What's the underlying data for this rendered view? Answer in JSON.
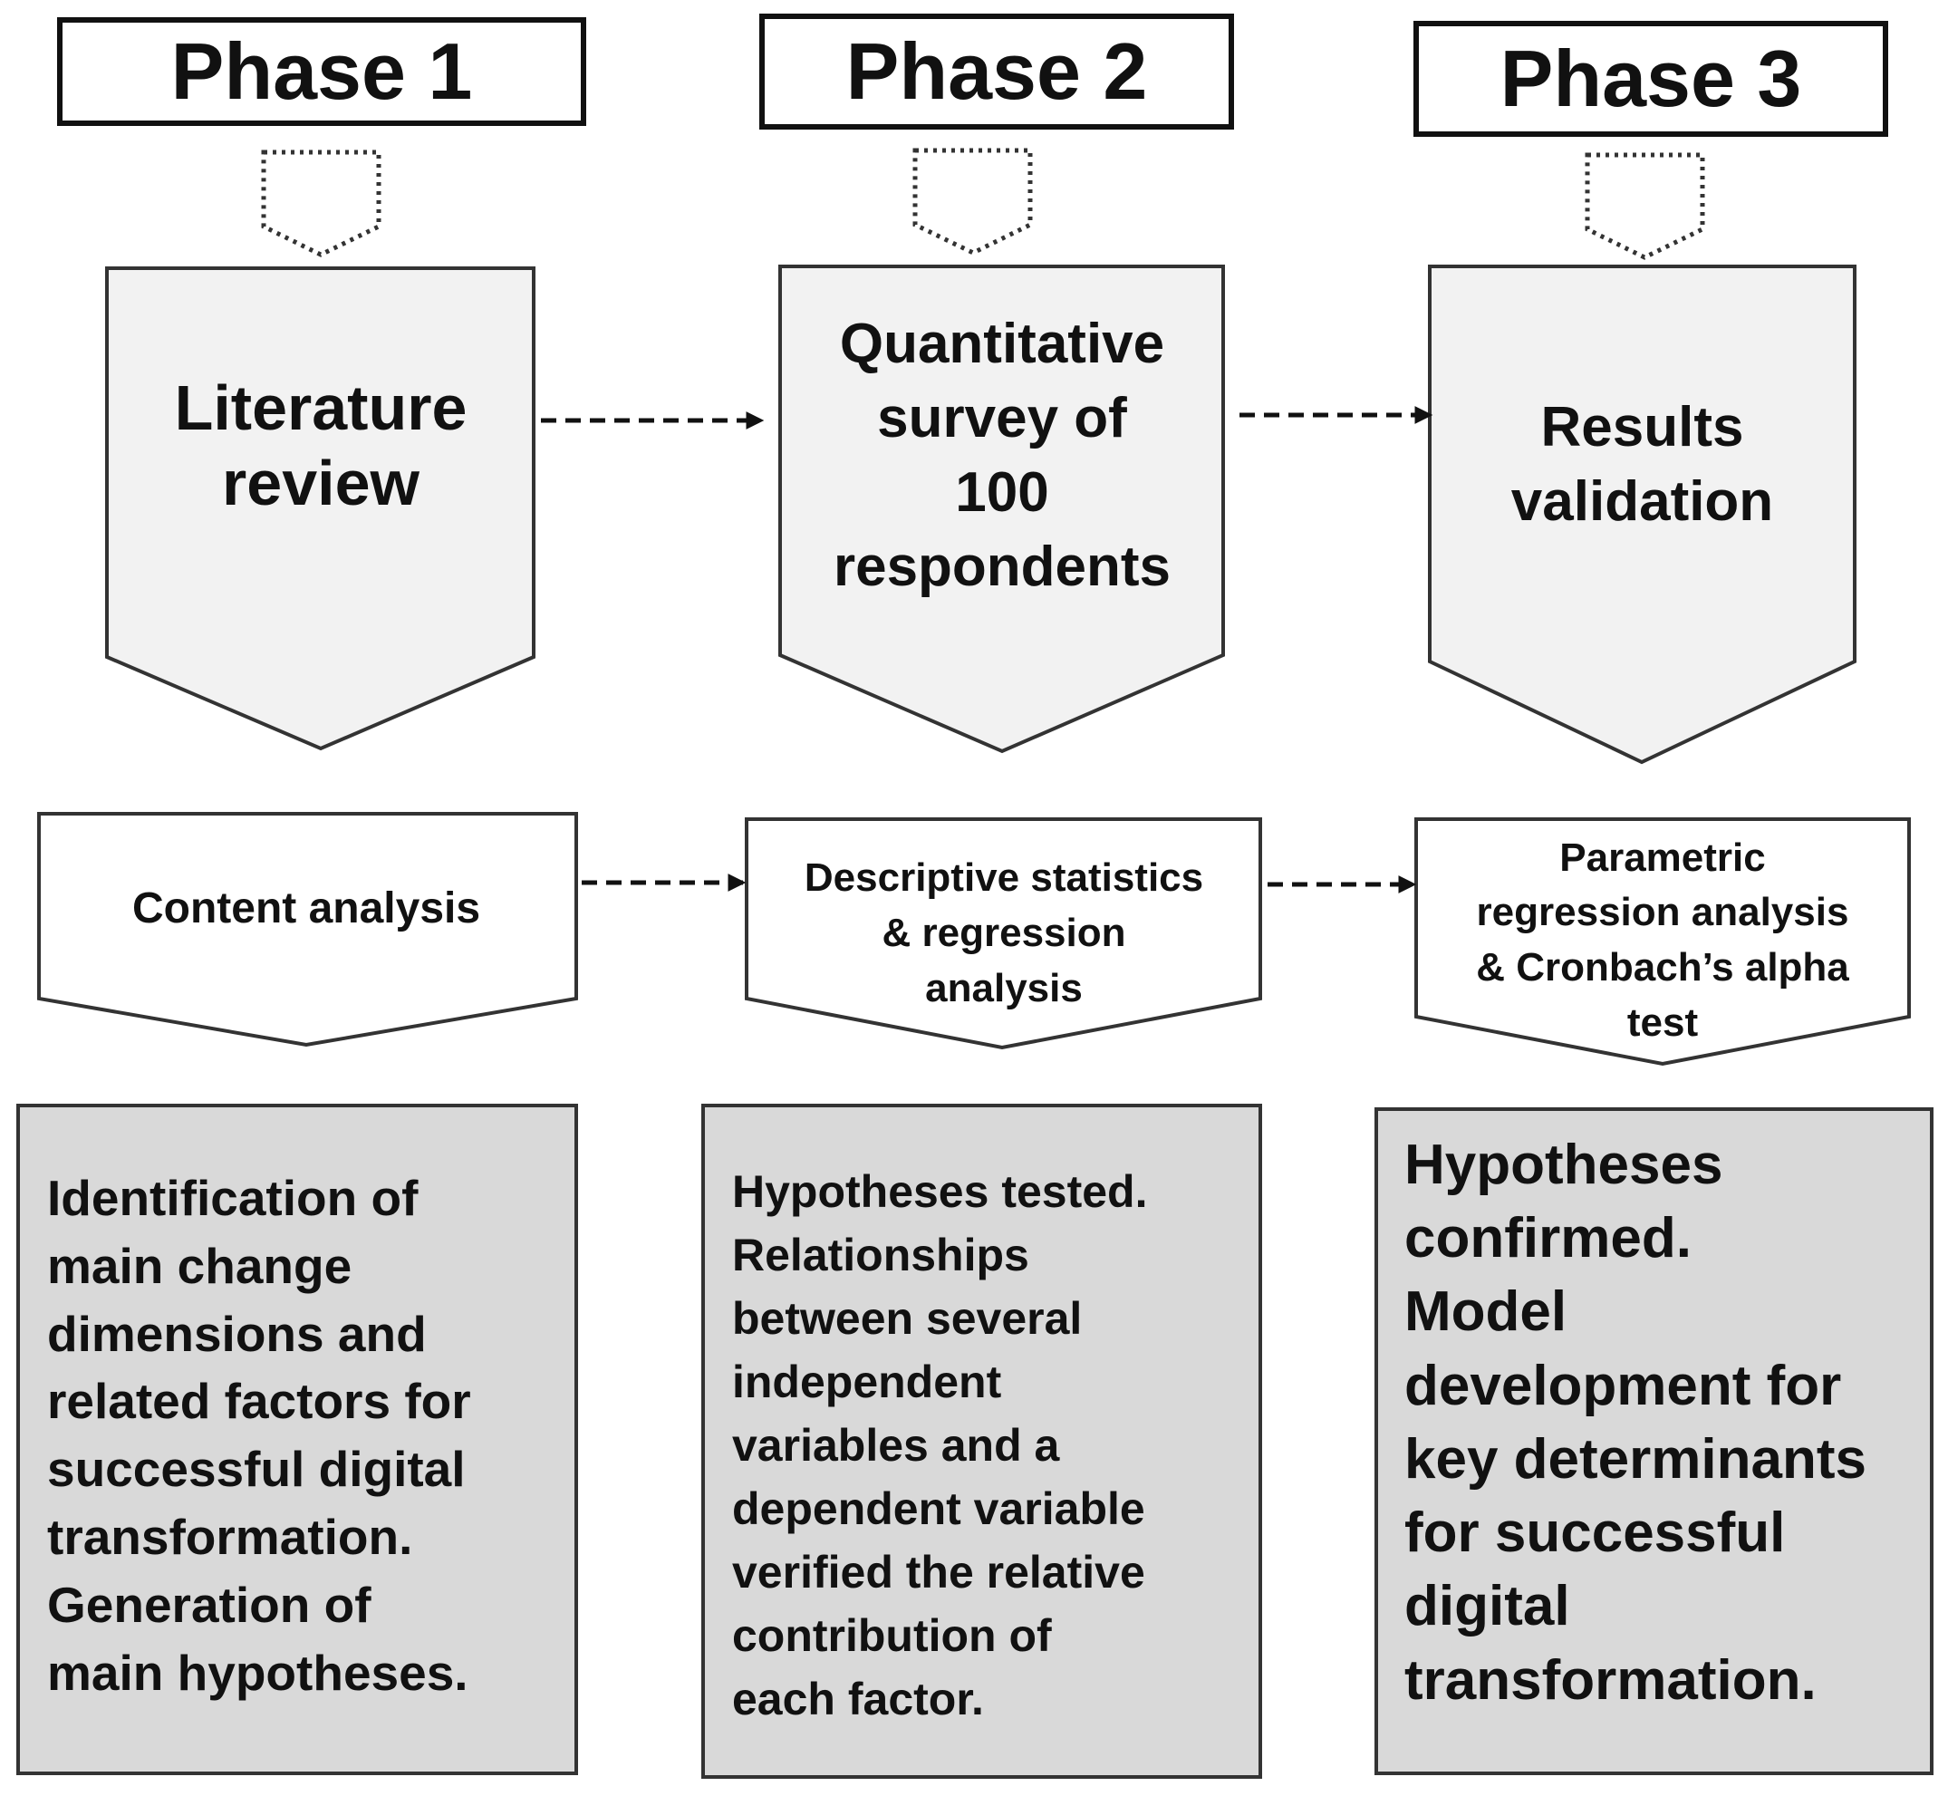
{
  "phases": [
    {
      "title": "Phase 1",
      "activity": "Literature\nreview",
      "method": "Content analysis",
      "outcome": "Identification of\nmain change\ndimensions and\nrelated factors for\nsuccessful digital\ntransformation.\nGeneration of\nmain hypotheses."
    },
    {
      "title": "Phase 2",
      "activity": "Quantitative\nsurvey of\n100\nrespondents",
      "method": "Descriptive statistics\n& regression\nanalysis",
      "outcome": "Hypotheses tested.\nRelationships\nbetween several\nindependent\nvariables and a\ndependent variable\nverified the relative\ncontribution of\neach factor."
    },
    {
      "title": "Phase 3",
      "activity": "Results\nvalidation",
      "method": "Parametric\nregression analysis\n& Cronbach’s alpha\ntest",
      "outcome": "Hypotheses\nconfirmed.\nModel\ndevelopment for\nkey determinants\nfor successful\ndigital\ntransformation."
    }
  ],
  "colors": {
    "stroke": "#333333",
    "activity_fill": "#f2f2f2",
    "method_fill": "#ffffff",
    "outcome_fill": "#d9d9d9",
    "text": "#111111"
  }
}
